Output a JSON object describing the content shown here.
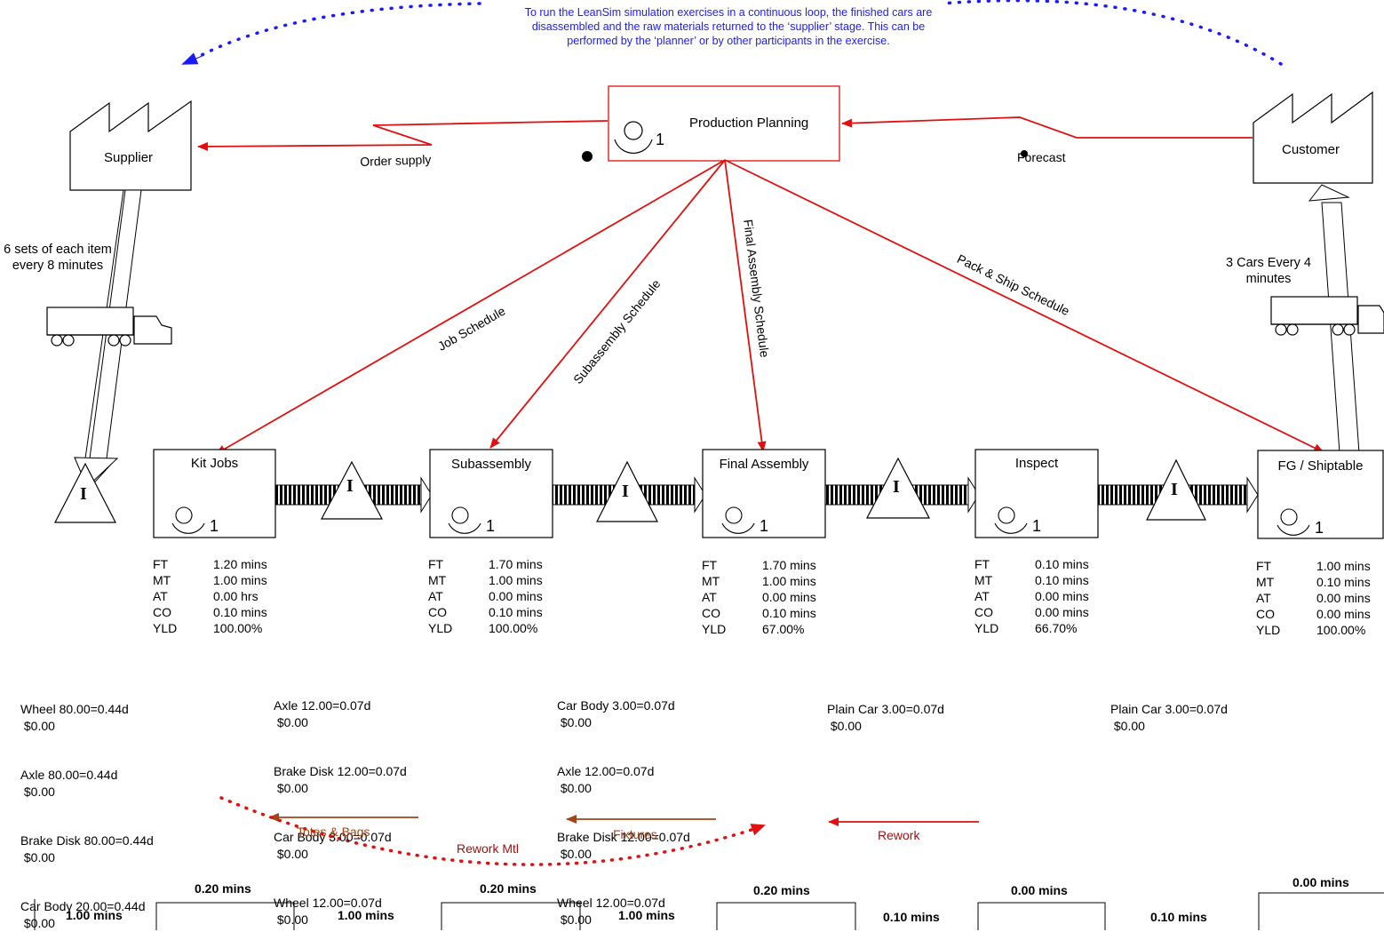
{
  "note": "To run the LeanSim simulation exercises in a continuous loop, the finished cars are disassembled and the raw materials returned to the ‘supplier’ stage.  This can be performed by the ‘planner’ or by other participants in the exercise.",
  "planning": {
    "label": "Production Planning",
    "operators": "1"
  },
  "supplier": {
    "label": "Supplier",
    "delivery": "6 sets of each item every 8 minutes"
  },
  "customer": {
    "label": "Customer",
    "delivery": "3 Cars Every 4 minutes"
  },
  "flows": {
    "order_supply": "Order supply",
    "forecast": "Forecast",
    "job_schedule": "Job Schedule",
    "subassembly_schedule": "Subassembly Schedule",
    "final_assembly_schedule": "Final Assembly Schedule",
    "pack_ship_schedule": "Pack & Ship Schedule"
  },
  "inventory_symbol": "I",
  "processes": [
    {
      "name": "Kit Jobs",
      "operators": "1",
      "metrics": [
        [
          "FT",
          "1.20 mins"
        ],
        [
          "MT",
          "1.00 mins"
        ],
        [
          "AT",
          "0.00 hrs"
        ],
        [
          "CO",
          "0.10 mins"
        ],
        [
          "YLD",
          "100.00%"
        ]
      ]
    },
    {
      "name": "Subassembly",
      "operators": "1",
      "metrics": [
        [
          "FT",
          "1.70 mins"
        ],
        [
          "MT",
          "1.00 mins"
        ],
        [
          "AT",
          "0.00 mins"
        ],
        [
          "CO",
          "0.10 mins"
        ],
        [
          "YLD",
          "100.00%"
        ]
      ]
    },
    {
      "name": "Final Assembly",
      "operators": "1",
      "metrics": [
        [
          "FT",
          "1.70 mins"
        ],
        [
          "MT",
          "1.00 mins"
        ],
        [
          "AT",
          "0.00 mins"
        ],
        [
          "CO",
          "0.10 mins"
        ],
        [
          "YLD",
          "67.00%"
        ]
      ]
    },
    {
      "name": "Inspect",
      "operators": "1",
      "metrics": [
        [
          "FT",
          "0.10 mins"
        ],
        [
          "MT",
          "0.10 mins"
        ],
        [
          "AT",
          "0.00 mins"
        ],
        [
          "CO",
          "0.00 mins"
        ],
        [
          "YLD",
          "66.70%"
        ]
      ]
    },
    {
      "name": "FG / Shiptable",
      "operators": "1",
      "metrics": [
        [
          "FT",
          "1.00 mins"
        ],
        [
          "MT",
          "0.10 mins"
        ],
        [
          "AT",
          "0.00 mins"
        ],
        [
          "CO",
          "0.00 mins"
        ],
        [
          "YLD",
          "100.00%"
        ]
      ]
    }
  ],
  "inventories": [
    [
      "Wheel 80.00=0.44d",
      " $0.00",
      "Axle 80.00=0.44d",
      " $0.00",
      "Brake Disk 80.00=0.44d",
      " $0.00",
      "Car Body 20.00=0.44d",
      " $0.00"
    ],
    [
      "Axle 12.00=0.07d",
      " $0.00",
      "Brake Disk 12.00=0.07d",
      " $0.00",
      "Car Body 3.00=0.07d",
      " $0.00",
      "Wheel 12.00=0.07d",
      " $0.00"
    ],
    [
      "Car Body 3.00=0.07d",
      " $0.00",
      "Axle 12.00=0.07d",
      " $0.00",
      "Brake Disk 12.00=0.07d",
      " $0.00",
      "Wheel 12.00=0.07d",
      " $0.00"
    ],
    [
      "Plain Car 3.00=0.07d",
      " $0.00"
    ],
    [
      "Plain Car 3.00=0.07d",
      " $0.00"
    ]
  ],
  "returns": {
    "totes": "Totes & Bags",
    "fixtures": "Fixtures",
    "rework": "Rework",
    "rework_mtl": "Rework Mtl"
  },
  "timeline": {
    "waits": [
      "1.00 mins",
      "1.00 mins",
      "1.00 mins",
      "0.10 mins",
      "0.10 mins"
    ],
    "process_times": [
      "0.20 mins",
      "0.20 mins",
      "0.20 mins",
      "0.00 mins",
      "0.00 mins"
    ]
  },
  "colors": {
    "flow_red": "#e01010",
    "note_blue": "#1a1aff",
    "return_brown": "#a0441a",
    "rework_red": "#a01010"
  }
}
